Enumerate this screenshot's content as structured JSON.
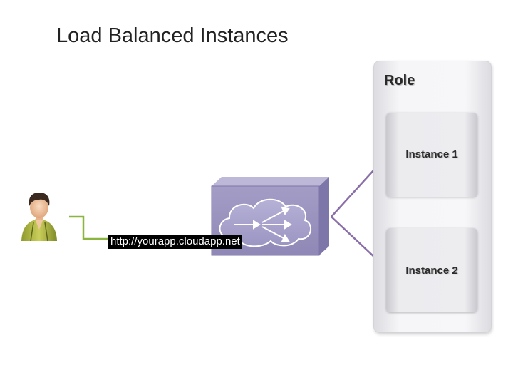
{
  "title": "Load Balanced Instances",
  "role": {
    "label": "Role",
    "instances": [
      {
        "label": "Instance 1"
      },
      {
        "label": "Instance 2"
      }
    ]
  },
  "connection": {
    "url": "http://yourapp.cloudapp.net"
  },
  "icons": {
    "user": "user-avatar-icon",
    "load_balancer": "load-balancer-icon"
  },
  "colors": {
    "connector_green": "#8ab53f",
    "arrow_purple": "#8a6ea8",
    "balancer_box": "#9a93be"
  }
}
